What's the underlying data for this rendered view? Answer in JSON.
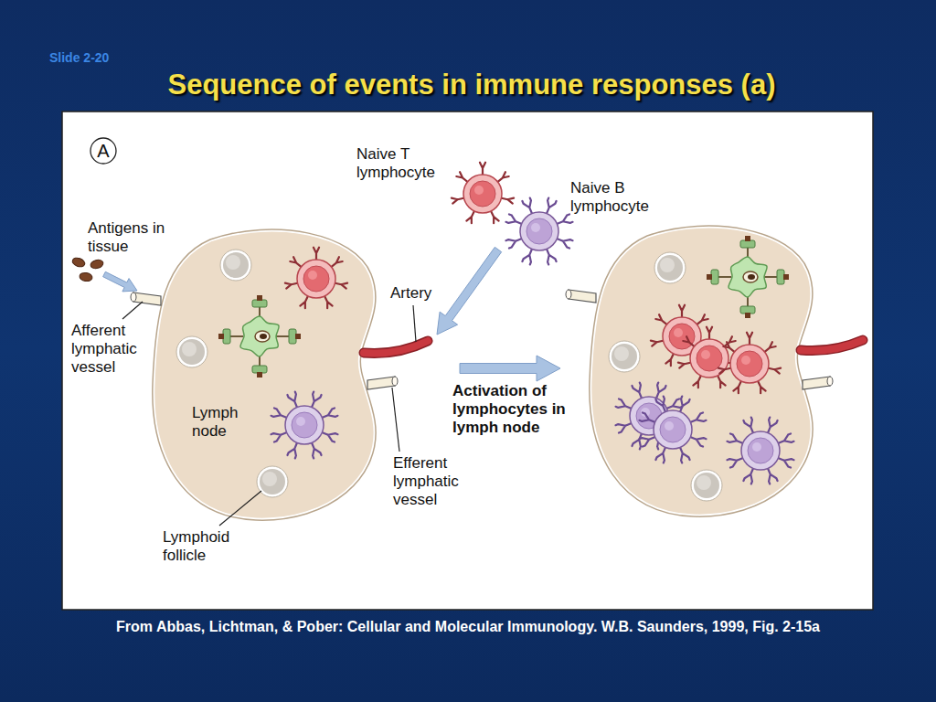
{
  "diagram": {
    "title": "Sequence of events in immune responses (a)",
    "caption": "From Abbas, Lichtman, & Pober: Cellular and Molecular Immunology. W.B. Saunders, 1999, Fig. 2-15a",
    "nodes": [
      {
        "text": [
          "Lymph node"
        ]
      }
    ],
    "labels": [
      "Slide 2-20",
      "A",
      "Naive T lymphocyte",
      "Naive B lymphocyte",
      "Antigens in tissue",
      "Afferent lymphatic vessel",
      "Artery",
      "Efferent lymphatic vessel",
      "Lymphoid follicle",
      "Activation of lymphocytes in lymph node"
    ]
  }
}
